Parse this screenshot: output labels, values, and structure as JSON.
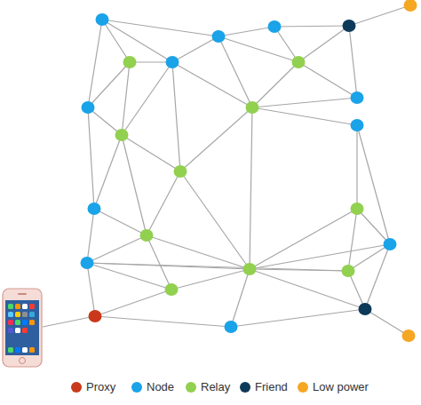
{
  "diagram": {
    "legend": [
      {
        "text": "Proxy",
        "color": "#c9381a"
      },
      {
        "text": "Node",
        "color": "#1aa3e8"
      },
      {
        "text": "Relay",
        "color": "#92d050"
      },
      {
        "text": "Friend",
        "color": "#0e3a5a"
      },
      {
        "text": "Low power",
        "color": "#f5a623"
      }
    ]
  }
}
